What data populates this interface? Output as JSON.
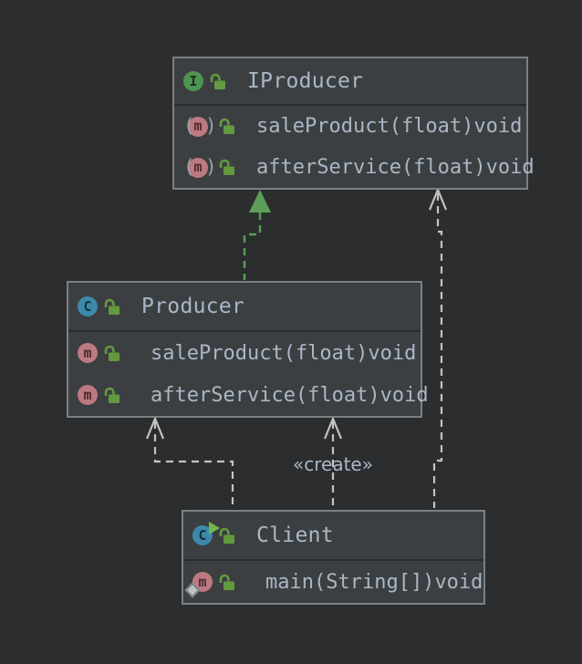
{
  "diagram": {
    "type": "uml-class-diagram",
    "theme_colors": {
      "canvas_bg": "#2b2d2e",
      "node_bg": "#3c3f41",
      "node_border": "#7d8082",
      "text": "#a9b7c6",
      "interface_badge_green": "#4d9652",
      "class_badge_blue": "#3c89ab",
      "method_badge_pink": "#bc7a80",
      "lock_green": "#63993f",
      "realization_edge_green": "#5c9e58",
      "dependency_edge_gray": "#c2c4c4"
    }
  },
  "glyphs": {
    "paren_open": "(",
    "paren_close": ")"
  },
  "nodes": [
    {
      "title": "IProducer",
      "kind": "interface",
      "badge_letter": "I",
      "members": [
        {
          "badge_letter": "m",
          "abstract": true,
          "signature": "saleProduct(float)",
          "return_type": "void"
        },
        {
          "badge_letter": "m",
          "abstract": true,
          "signature": "afterService(float)",
          "return_type": "void"
        }
      ]
    },
    {
      "title": "Producer",
      "kind": "class",
      "badge_letter": "C",
      "members": [
        {
          "badge_letter": "m",
          "abstract": false,
          "signature": "saleProduct(float)",
          "return_type": "void"
        },
        {
          "badge_letter": "m",
          "abstract": false,
          "signature": "afterService(float)",
          "return_type": "void"
        }
      ]
    },
    {
      "title": "Client",
      "kind": "runnable-class",
      "badge_letter": "C",
      "members": [
        {
          "badge_letter": "m",
          "static": true,
          "signature": "main(String[])",
          "return_type": "void"
        }
      ]
    }
  ],
  "edges": {
    "realization": {
      "from": "Producer",
      "to": "IProducer",
      "style": "dashed-green-solid-triangle"
    },
    "dependency_left": {
      "from": "Client",
      "to": "Producer",
      "style": "dashed-gray-open-arrow"
    },
    "dependency_create": {
      "from": "Client",
      "to": "Producer",
      "label": "«create»",
      "style": "dashed-gray-open-arrow"
    },
    "dependency_right": {
      "from": "Client",
      "to": "IProducer",
      "style": "dashed-gray-open-arrow"
    }
  }
}
